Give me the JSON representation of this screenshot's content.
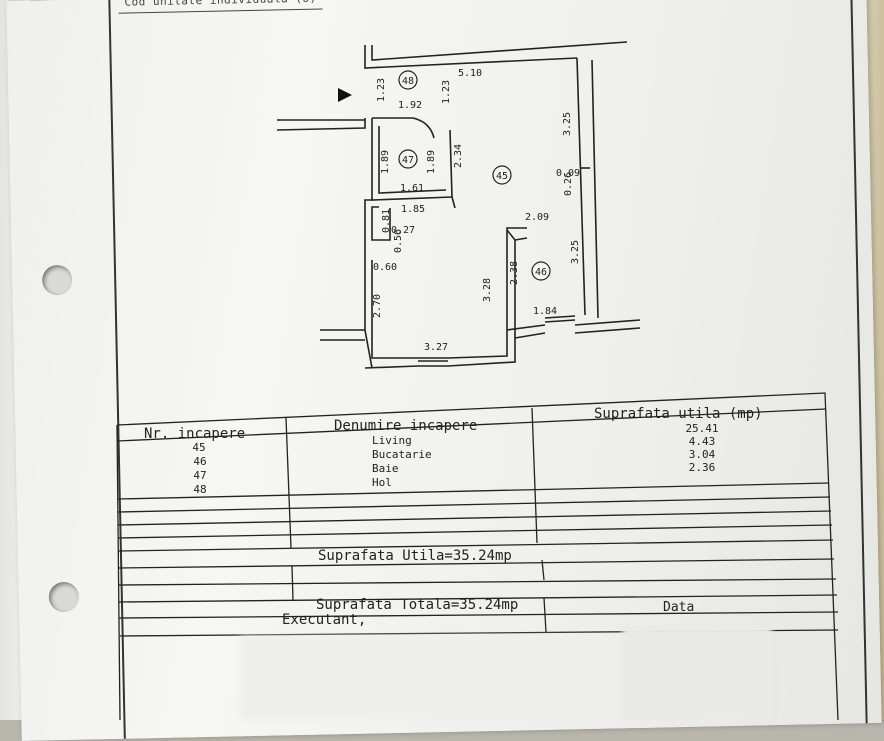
{
  "header": {
    "caption": "Cod unitate individuala (U)"
  },
  "plan": {
    "rooms": [
      {
        "id": "45"
      },
      {
        "id": "46"
      },
      {
        "id": "47"
      },
      {
        "id": "48"
      }
    ],
    "dimensions": [
      "5.10",
      "1.23",
      "1.23",
      "1.92",
      "3.25",
      "1.89",
      "1.89",
      "2.34",
      "0.09",
      "0.26",
      "1.61",
      "1.85",
      "0.81",
      "0.27",
      "0.56",
      "2.09",
      "3.25",
      "0.60",
      "2.38",
      "3.28",
      "2.70",
      "1.84",
      "3.27"
    ]
  },
  "table": {
    "headers": [
      "Nr. incapere",
      "Denumire incapere",
      "Suprafata utila (mp)"
    ],
    "numbers": [
      "45",
      "46",
      "47",
      "48"
    ],
    "names": [
      "Living",
      "Bucatarie",
      "Baie",
      "Hol"
    ],
    "areas": [
      "25.41",
      "4.43",
      "3.04",
      "2.36"
    ],
    "total_util": "Suprafata Utila=35.24mp",
    "total_total": "Suprafata Totala=35.24mp",
    "executant": "Executant,",
    "data": "Data"
  }
}
